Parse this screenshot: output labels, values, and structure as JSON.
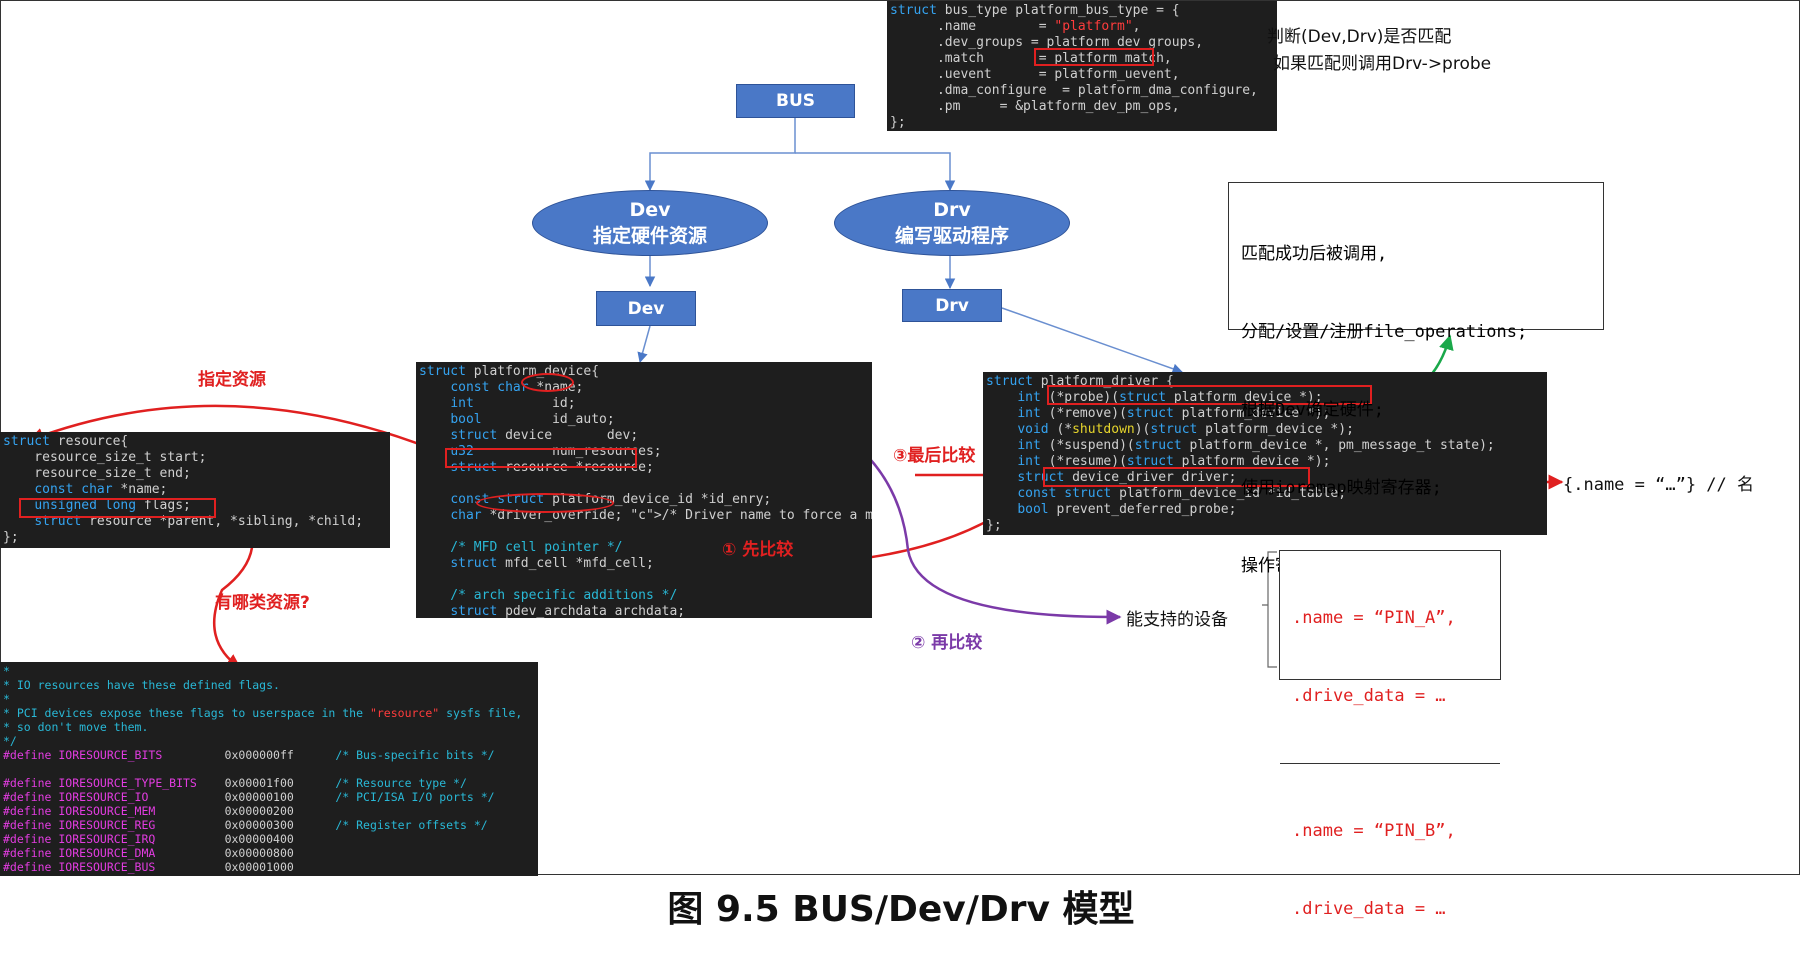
{
  "caption": "图 9.5 BUS/Dev/Drv 模型",
  "nodes": {
    "bus": "BUS",
    "dev_ellipse": [
      "Dev",
      "指定硬件资源"
    ],
    "drv_ellipse": [
      "Drv",
      "编写驱动程序"
    ],
    "dev_box": "Dev",
    "drv_box": "Drv"
  },
  "bus_type_code": [
    "struct bus_type platform_bus_type = {",
    "      .name        = \"platform\",",
    "      .dev_groups = platform_dev_groups,",
    "      .match       = platform_match,",
    "      .uevent      = platform_uevent,",
    "      .dma_configure  = platform_dma_configure,",
    "      .pm     = &platform_dev_pm_ops,",
    "};"
  ],
  "platform_device_code": [
    "struct platform_device{",
    "    const char *name;",
    "    int          id;",
    "    bool         id_auto;",
    "    struct device       dev;",
    "    u32          num_resources;",
    "    struct resource *resource;",
    "",
    "    const struct platform_device_id *id_enry;",
    "    char *driver_override; /* Driver name to force a match */",
    "",
    "    /* MFD cell pointer */",
    "    struct mfd_cell *mfd_cell;",
    "",
    "    /* arch specific additions */",
    "    struct pdev_archdata archdata;",
    "};"
  ],
  "platform_driver_code": [
    "struct platform_driver {",
    "    int (*probe)(struct platform_device *);",
    "    int (*remove)(struct platform_device *);",
    "    void (*shutdown)(struct platform_device *);",
    "    int (*suspend)(struct platform_device *, pm_message_t state);",
    "    int (*resume)(struct platform_device *);",
    "    struct device_driver driver;",
    "    const struct platform_device_id *id_table;",
    "    bool prevent_deferred_probe;",
    "};"
  ],
  "resource_code": [
    "struct resource{",
    "    resource_size_t start;",
    "    resource_size_t end;",
    "    const char *name;",
    "    unsigned long flags;",
    "    struct resource *parent, *sibling, *child;",
    "};"
  ],
  "ioresource_code": [
    "*",
    "* IO resources have these defined flags.",
    "*",
    "* PCI devices expose these flags to userspace in the \"resource\" sysfs file,",
    "* so don't move them.",
    "*/",
    "#define IORESOURCE_BITS         0x000000ff      /* Bus-specific bits */",
    "",
    "#define IORESOURCE_TYPE_BITS    0x00001f00      /* Resource type */",
    "#define IORESOURCE_IO           0x00000100      /* PCI/ISA I/O ports */",
    "#define IORESOURCE_MEM          0x00000200",
    "#define IORESOURCE_REG          0x00000300      /* Register offsets */",
    "#define IORESOURCE_IRQ          0x00000400",
    "#define IORESOURCE_DMA          0x00000800",
    "#define IORESOURCE_BUS          0x00001000"
  ],
  "annotations": {
    "match_note": [
      "判断(Dev,Drv)是否匹配",
      "如果匹配则调用Drv->probe"
    ],
    "probe_note": [
      "匹配成功后被调用,",
      "分配/设置/注册file_operations;",
      "根据Dev确定硬件;",
      "使用ioremap映射寄存器;",
      "操作寄存器"
    ],
    "specify_resource": "指定资源",
    "which_resources": "有哪类资源?",
    "compare_first": "① 先比较",
    "compare_second": "② 再比较",
    "compare_last": "③最后比较",
    "driver_name": "{.name = “…”} // 名",
    "supported_devices": "能支持的设备",
    "id_table": [
      [
        ".name = “PIN_A”,",
        ".drive_data = …"
      ],
      [
        ".name = “PIN_B”,",
        ".drive_data = …"
      ]
    ]
  },
  "colors": {
    "node_fill": "#4a78c7",
    "code_bg": "#1e1e1e",
    "highlight": "#e02020",
    "purple_arrow": "#7b3aa8",
    "green_arrow": "#1aa84a"
  }
}
